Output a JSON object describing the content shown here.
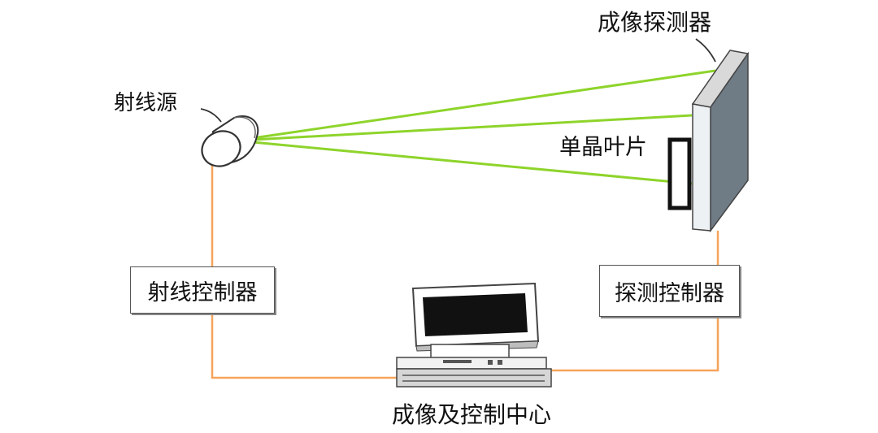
{
  "labels": {
    "source": "射线源",
    "detector": "成像探测器",
    "blade": "单晶叶片",
    "ray_controller": "射线控制器",
    "detect_controller": "探测控制器",
    "center": "成像及控制中心"
  },
  "colors": {
    "beam": "#8ed42b",
    "cable": "#f6a35a",
    "line": "#333333"
  },
  "icons": {
    "source": "x-ray-source-cylinder",
    "detector": "flat-panel-detector",
    "blade": "single-crystal-blade",
    "computer": "workstation-computer"
  }
}
